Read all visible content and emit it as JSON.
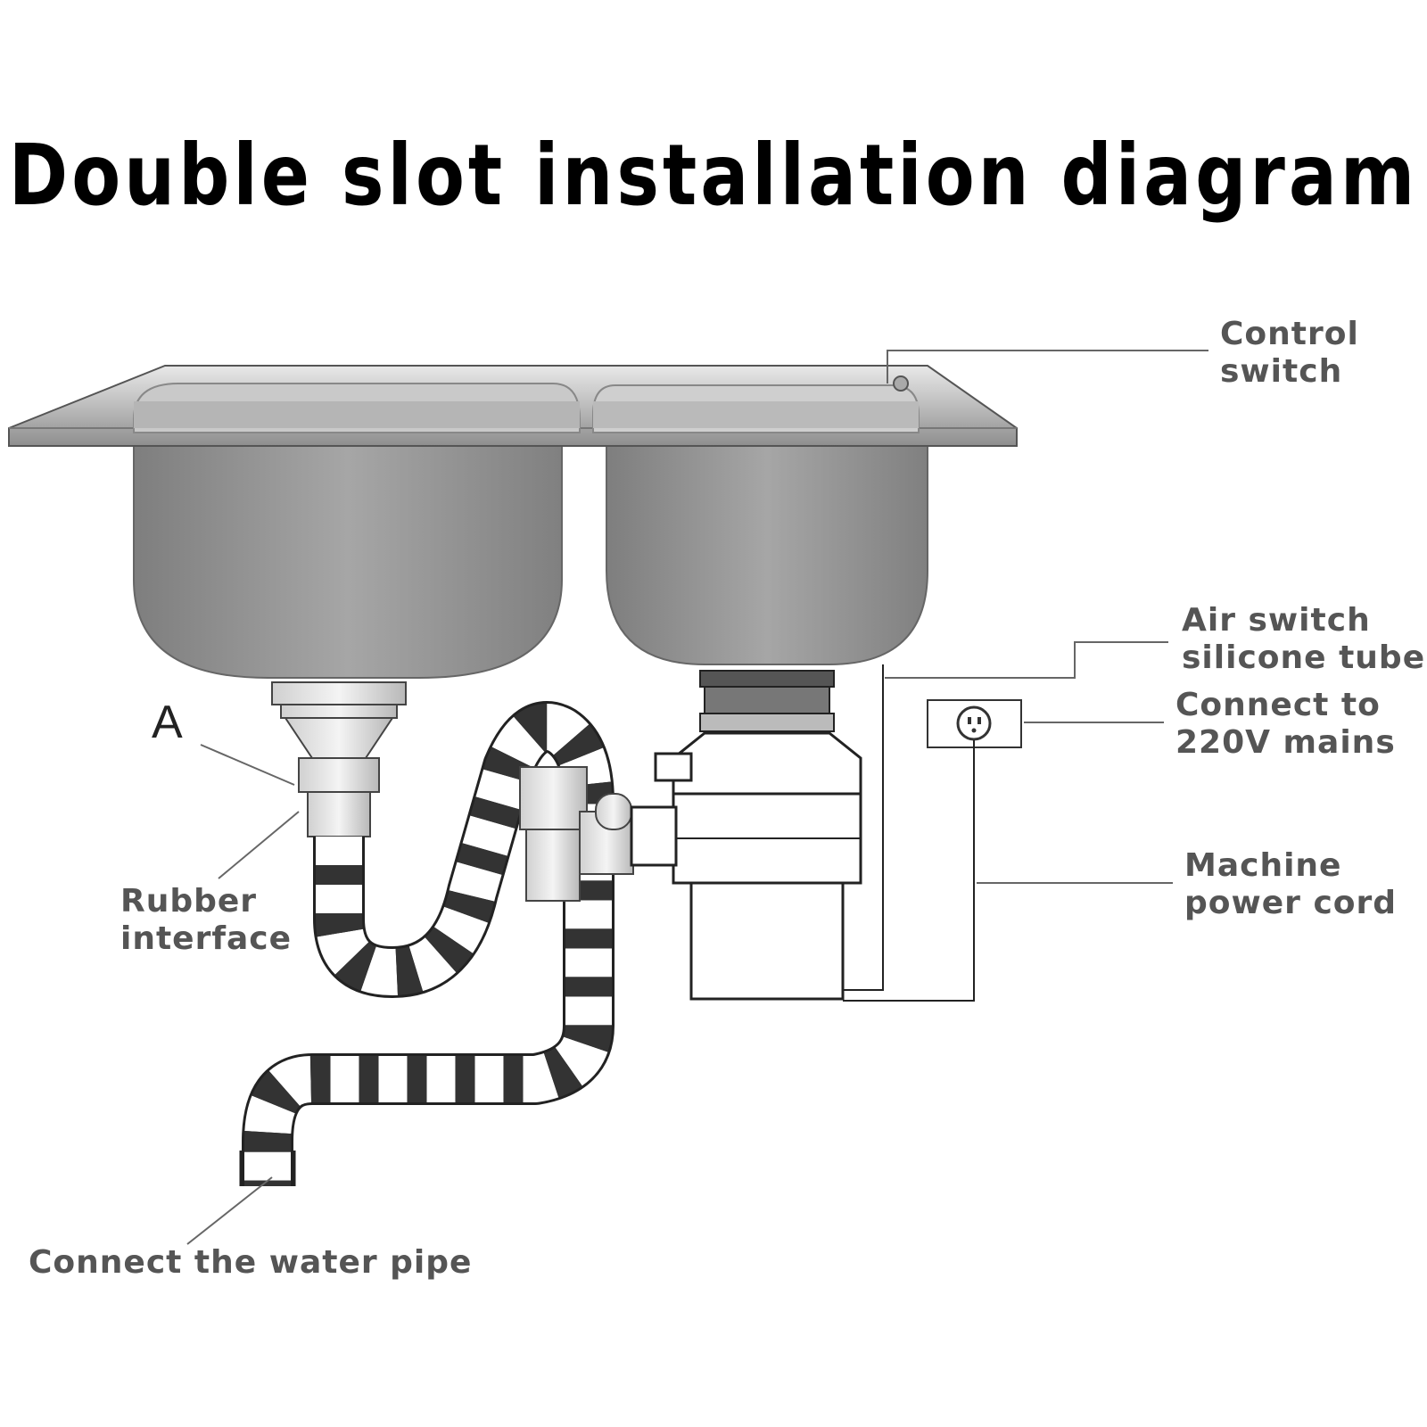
{
  "title": "Double slot installation diagram",
  "marker": "A",
  "labels": {
    "control_switch": [
      "Control",
      "switch"
    ],
    "air_switch_tube": [
      "Air switch",
      "silicone tube"
    ],
    "mains": [
      "Connect to",
      "220V mains"
    ],
    "power_cord": [
      "Machine",
      "power cord"
    ],
    "rubber_interface": [
      "Rubber",
      "interface"
    ],
    "water_pipe": "Connect the water pipe"
  },
  "colors": {
    "text_gray": "#555555",
    "sink_steel": "#9a9a9a",
    "line": "#444444",
    "hose_dark": "#333333"
  }
}
